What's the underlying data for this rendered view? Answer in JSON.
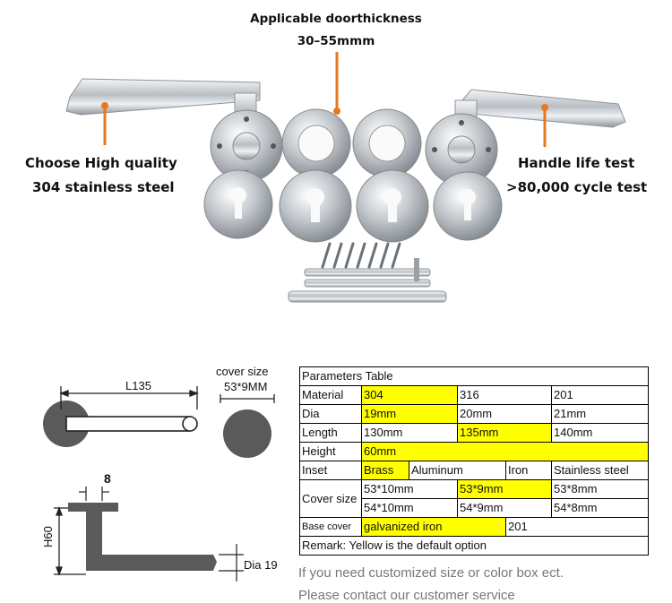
{
  "callouts": {
    "door_title": "Applicable doorthickness",
    "door_range": "30–55mmm",
    "quality_line1": "Choose High quality",
    "quality_line2": "304 stainless steel",
    "life_line1": "Handle life test",
    "life_line2": ">80,000 cycle test"
  },
  "drawing": {
    "length_label": "L135",
    "cover_label": "cover size",
    "cover_value": "53*9MM",
    "width_label": "8",
    "height_label": "H60",
    "dia_label": "Dia 19"
  },
  "table": {
    "title": "Parameters Table",
    "material": {
      "label": "Material",
      "v1": "304",
      "v2": "316",
      "v3": "201"
    },
    "dia": {
      "label": "Dia",
      "v1": "19mm",
      "v2": "20mm",
      "v3": "21mm"
    },
    "length": {
      "label": "Length",
      "v1": "130mm",
      "v2": "135mm",
      "v3": "140mm"
    },
    "height": {
      "label": "Height",
      "v1": "60mm"
    },
    "inset": {
      "label": "Inset",
      "v1": "Brass",
      "v2": "Aluminum",
      "v3": "Iron",
      "v4": "Stainless steel"
    },
    "cover_size": {
      "label": "Cover size",
      "r1v1": "53*10mm",
      "r1v2": "53*9mm",
      "r1v3": "53*8mm",
      "r2v1": "54*10mm",
      "r2v2": "54*9mm",
      "r2v3": "54*8mm"
    },
    "base_cover": {
      "label": "Base cover",
      "v1": "galvanized iron",
      "v2": "201"
    },
    "remark": "Remark: Yellow is the default option"
  },
  "notes": {
    "line1": "If you need customized size or color box ect.",
    "line2": "Please contact our customer service"
  },
  "colors": {
    "highlight": "#ffff00",
    "callout_line": "#e8781e",
    "metal": "#c9ced3"
  }
}
